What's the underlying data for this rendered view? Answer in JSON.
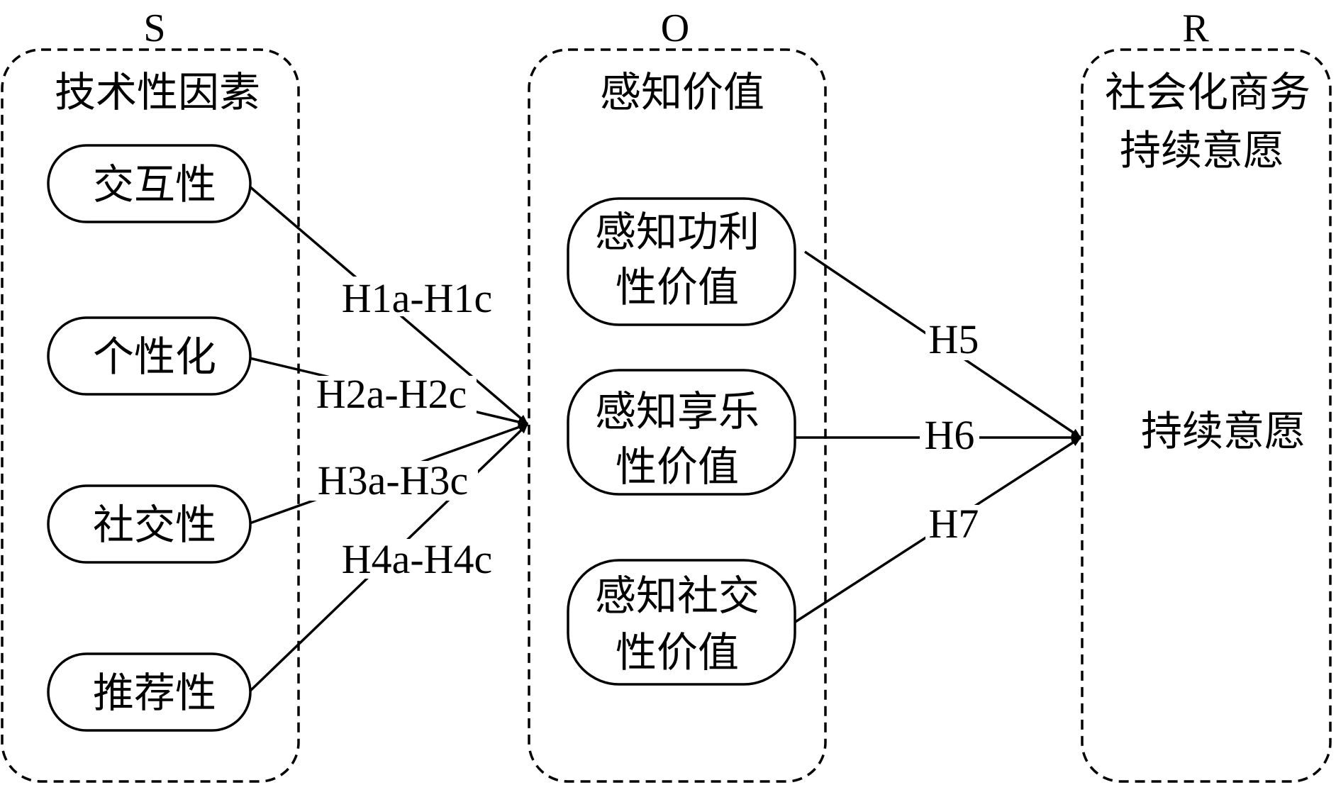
{
  "columns": {
    "s": {
      "letter": "S",
      "title": "技术性因素"
    },
    "o": {
      "letter": "O",
      "title": "感知价值"
    },
    "r": {
      "letter": "R",
      "title_line1": "社会化商务",
      "title_line2": "持续意愿"
    }
  },
  "s_nodes": {
    "interactivity": "交互性",
    "personalization": "个性化",
    "sociality": "社交性",
    "recommendation": "推荐性"
  },
  "o_nodes": {
    "utilitarian": {
      "line1": "感知功利",
      "line2": "性价值"
    },
    "hedonic": {
      "line1": "感知享乐",
      "line2": "性价值"
    },
    "social": {
      "line1": "感知社交",
      "line2": "性价值"
    }
  },
  "r_node": "持续意愿",
  "edge_labels": {
    "h1": "H1a-H1c",
    "h2": "H2a-H2c",
    "h3": "H3a-H3c",
    "h4": "H4a-H4c",
    "h5": "H5",
    "h6": "H6",
    "h7": "H7"
  }
}
